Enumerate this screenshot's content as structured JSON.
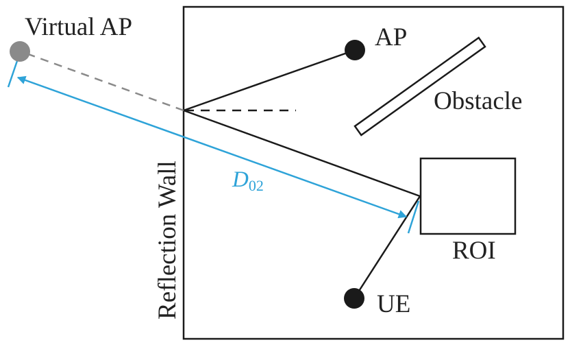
{
  "labels": {
    "virtual_ap": "Virtual AP",
    "ap": "AP",
    "obstacle": "Obstacle",
    "roi": "ROI",
    "ue": "UE",
    "reflection_wall": "Reflection Wall",
    "distance_symbol": "D",
    "distance_subscript": "02"
  },
  "colors": {
    "line": "#1a1a1a",
    "distance_arrow": "#2ea3d8",
    "virtual_ap_dot": "#8a8a8a",
    "virtual_ray": "#8a8a8a",
    "node_dot": "#1a1a1a"
  }
}
